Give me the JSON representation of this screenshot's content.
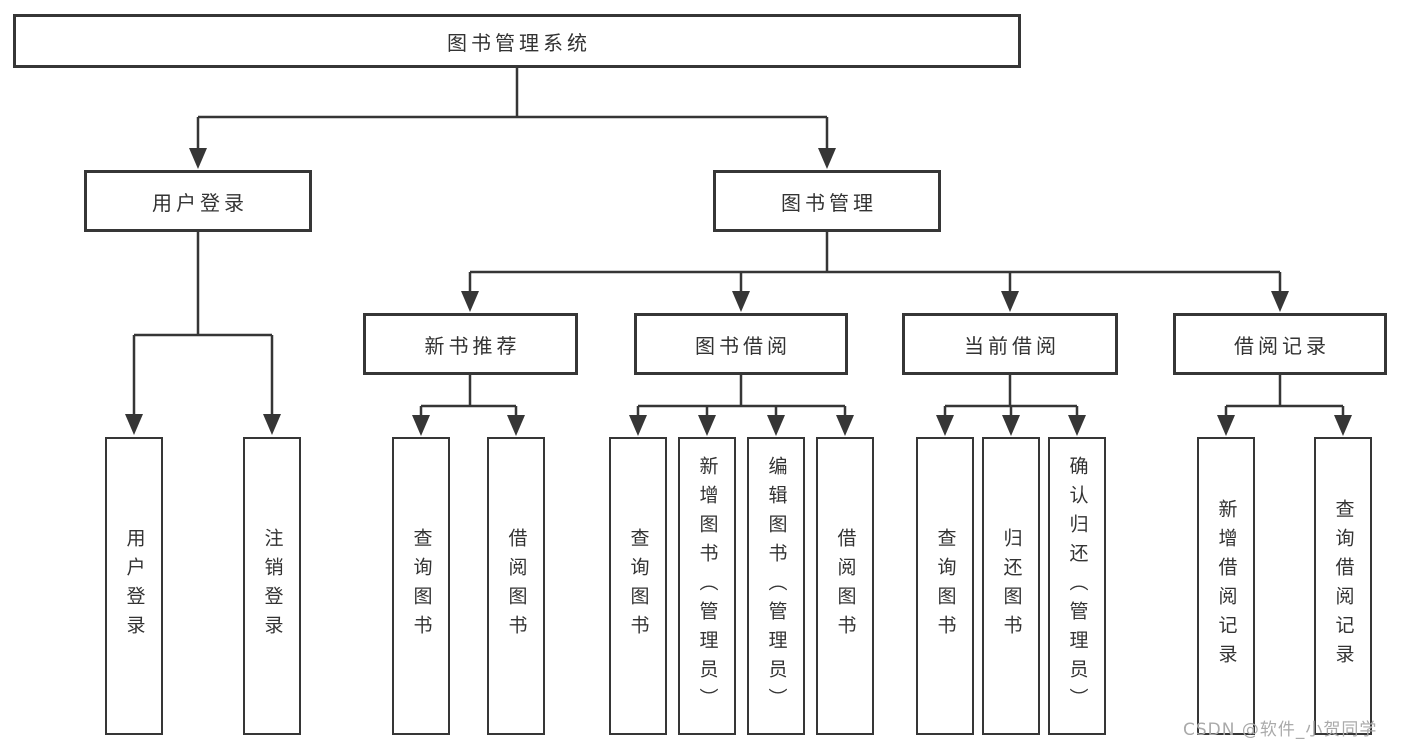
{
  "nodes": {
    "root": "图书管理系统",
    "user_login": "用户登录",
    "book_mgmt": "图书管理",
    "new_books": "新书推荐",
    "book_borrow": "图书借阅",
    "current_borrow": "当前借阅",
    "borrow_records": "借阅记录"
  },
  "leaves": {
    "login": [
      "用户登录",
      "注销登录"
    ],
    "new_books": [
      "查询图书",
      "借阅图书"
    ],
    "book_borrow": [
      "查询图书",
      "新增图书（管理员）",
      "编辑图书（管理员）",
      "借阅图书"
    ],
    "current_borrow": [
      "查询图书",
      "归还图书",
      "确认归还（管理员）"
    ],
    "borrow_records": [
      "新增借阅记录",
      "查询借阅记录"
    ]
  },
  "watermark": "CSDN @软件_小贺同学",
  "colors": {
    "line": "#363636",
    "text": "#333333",
    "watermark": "#aaaaaa",
    "background": "#ffffff"
  }
}
